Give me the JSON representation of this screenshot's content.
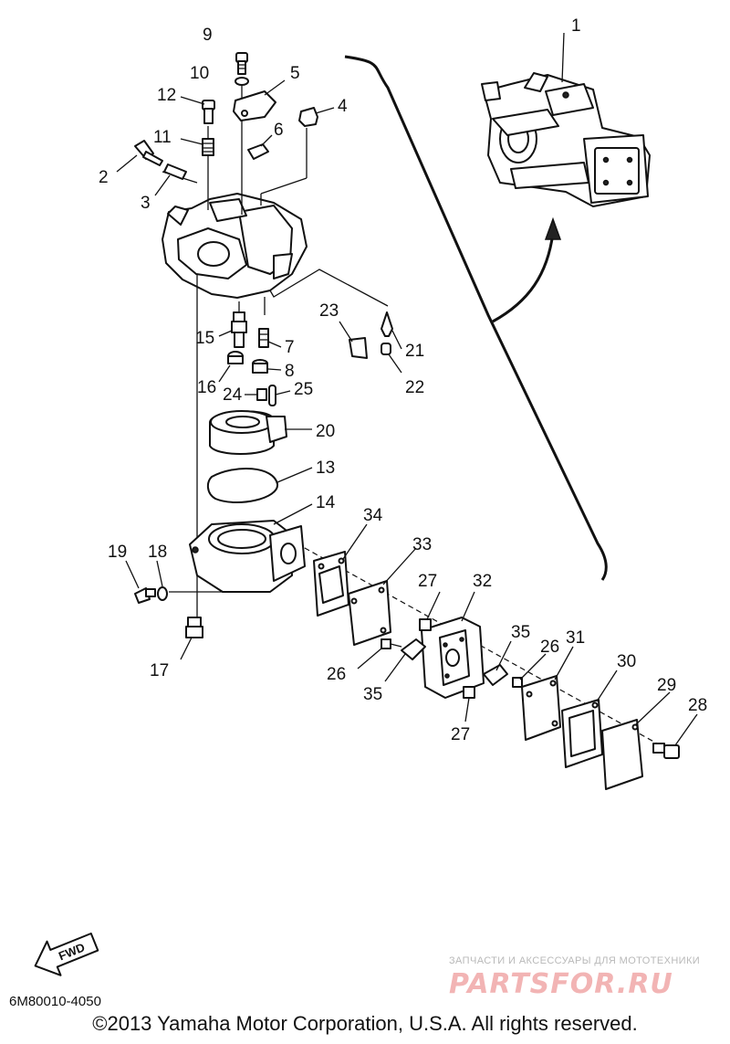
{
  "diagram": {
    "callouts": {
      "p1": "1",
      "p2": "2",
      "p3": "3",
      "p4": "4",
      "p5": "5",
      "p6": "6",
      "p7": "7",
      "p8": "8",
      "p9": "9",
      "p10": "10",
      "p11": "11",
      "p12": "12",
      "p13": "13",
      "p14": "14",
      "p15": "15",
      "p16": "16",
      "p17": "17",
      "p18": "18",
      "p19": "19",
      "p20": "20",
      "p21": "21",
      "p22": "22",
      "p23": "23",
      "p24": "24",
      "p25": "25",
      "p26a": "26",
      "p26b": "26",
      "p27a": "27",
      "p27b": "27",
      "p28": "28",
      "p29": "29",
      "p30": "30",
      "p31": "31",
      "p32": "32",
      "p33": "33",
      "p34": "34",
      "p35a": "35",
      "p35b": "35"
    },
    "fwd_label": "FWD",
    "diagram_code": "6M80010-4050",
    "copyright": "©2013 Yamaha Motor Corporation, U.S.A. All rights reserved."
  },
  "watermark": {
    "tagline": "ЗАПЧАСТИ И АКСЕССУАРЫ ДЛЯ МОТОТЕХНИКИ",
    "logo": "PARTSFOR.RU"
  }
}
